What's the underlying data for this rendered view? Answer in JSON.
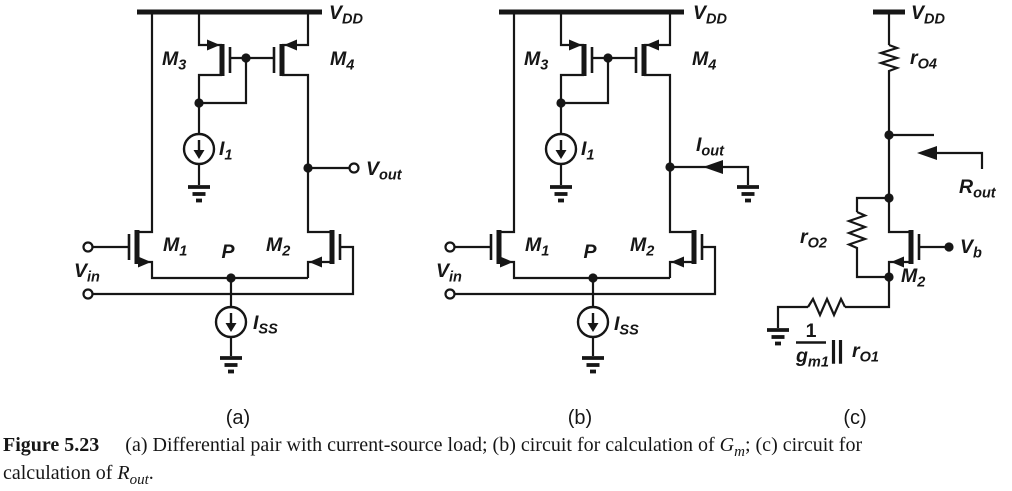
{
  "figure": {
    "colors": {
      "ink": "#161616",
      "paper": "#ffffff"
    },
    "caption": {
      "label": "Figure 5.23",
      "part1": "(a) Differential pair with current-source load; (b) circuit for calculation of ",
      "gm_main": "G",
      "gm_sub": "m",
      "part2": "; (c) circuit for",
      "part3": "calculation of ",
      "rout_main": "R",
      "rout_sub": "out",
      "part4": "."
    },
    "circuit_a": {
      "tag": "(a)",
      "vdd": {
        "main": "V",
        "sub": "DD"
      },
      "m1": {
        "main": "M",
        "sub": "1"
      },
      "m2": {
        "main": "M",
        "sub": "2"
      },
      "m3": {
        "main": "M",
        "sub": "3"
      },
      "m4": {
        "main": "M",
        "sub": "4"
      },
      "i1": {
        "main": "I",
        "sub": "1"
      },
      "iss": {
        "main": "I",
        "sub": "SS"
      },
      "vin": {
        "main": "V",
        "sub": "in"
      },
      "vout": {
        "main": "V",
        "sub": "out"
      },
      "p": "P"
    },
    "circuit_b": {
      "tag": "(b)",
      "vdd": {
        "main": "V",
        "sub": "DD"
      },
      "m1": {
        "main": "M",
        "sub": "1"
      },
      "m2": {
        "main": "M",
        "sub": "2"
      },
      "m3": {
        "main": "M",
        "sub": "3"
      },
      "m4": {
        "main": "M",
        "sub": "4"
      },
      "i1": {
        "main": "I",
        "sub": "1"
      },
      "iss": {
        "main": "I",
        "sub": "SS"
      },
      "vin": {
        "main": "V",
        "sub": "in"
      },
      "iout": {
        "main": "I",
        "sub": "out"
      },
      "p": "P"
    },
    "circuit_c": {
      "tag": "(c)",
      "vdd": {
        "main": "V",
        "sub": "DD"
      },
      "ro4": {
        "main": "r",
        "sub": "O4"
      },
      "ro2": {
        "main": "r",
        "sub": "O2"
      },
      "rout": {
        "main": "R",
        "sub": "out"
      },
      "vb": {
        "main": "V",
        "sub": "b"
      },
      "m2": {
        "main": "M",
        "sub": "2"
      },
      "source_res": {
        "num": "1",
        "den_main": "g",
        "den_sub": "m1",
        "parallel": "||",
        "r_main": "r",
        "r_sub": "O1"
      }
    }
  }
}
